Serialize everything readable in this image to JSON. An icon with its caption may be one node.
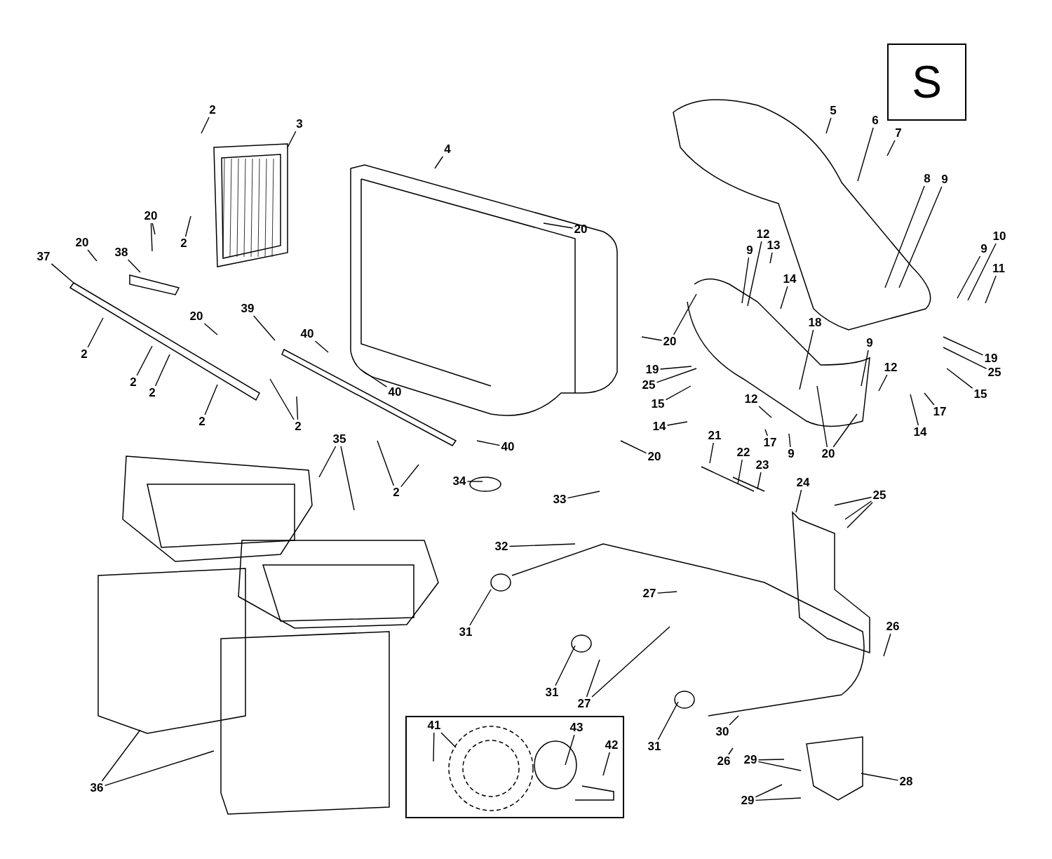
{
  "diagram": {
    "nodes": [
      {
        "text": [
          "S"
        ]
      },
      {
        "text": [],
        "shape": "box"
      },
      {
        "text": [
          "2"
        ]
      },
      {
        "text": [
          "3"
        ]
      },
      {
        "text": [
          "4"
        ]
      },
      {
        "text": [
          "5"
        ]
      },
      {
        "text": [
          "6"
        ]
      },
      {
        "text": [
          "7"
        ]
      },
      {
        "text": [
          "8"
        ]
      },
      {
        "text": [
          "9"
        ]
      },
      {
        "text": [
          "20"
        ]
      },
      {
        "text": [
          "20"
        ]
      },
      {
        "text": [
          "12"
        ]
      },
      {
        "text": [
          "10"
        ]
      },
      {
        "text": [
          "2"
        ]
      },
      {
        "text": [
          "20"
        ]
      },
      {
        "text": [
          "13"
        ]
      },
      {
        "text": [
          "9"
        ]
      },
      {
        "text": [
          "9"
        ]
      },
      {
        "text": [
          "38"
        ]
      },
      {
        "text": [
          "37"
        ]
      },
      {
        "text": [
          "11"
        ]
      },
      {
        "text": [
          "14"
        ]
      },
      {
        "text": [
          "39"
        ]
      },
      {
        "text": [
          "20"
        ]
      },
      {
        "text": [
          "18"
        ]
      },
      {
        "text": [
          "40"
        ]
      },
      {
        "text": [
          "20"
        ]
      },
      {
        "text": [
          "9"
        ]
      },
      {
        "text": [
          "2"
        ]
      },
      {
        "text": [
          "19"
        ]
      },
      {
        "text": [
          "19"
        ]
      },
      {
        "text": [
          "12"
        ]
      },
      {
        "text": [
          "25"
        ]
      },
      {
        "text": [
          "2"
        ]
      },
      {
        "text": [
          "25"
        ]
      },
      {
        "text": [
          "40"
        ]
      },
      {
        "text": [
          "2"
        ]
      },
      {
        "text": [
          "15"
        ]
      },
      {
        "text": [
          "12"
        ]
      },
      {
        "text": [
          "15"
        ]
      },
      {
        "text": [
          "17"
        ]
      },
      {
        "text": [
          "2"
        ]
      },
      {
        "text": [
          "14"
        ]
      },
      {
        "text": [
          "2"
        ]
      },
      {
        "text": [
          "14"
        ]
      },
      {
        "text": [
          "21"
        ]
      },
      {
        "text": [
          "35"
        ]
      },
      {
        "text": [
          "17"
        ]
      },
      {
        "text": [
          "40"
        ]
      },
      {
        "text": [
          "22"
        ]
      },
      {
        "text": [
          "9"
        ]
      },
      {
        "text": [
          "20"
        ]
      },
      {
        "text": [
          "20"
        ]
      },
      {
        "text": [
          "23"
        ]
      },
      {
        "text": [
          "34"
        ]
      },
      {
        "text": [
          "24"
        ]
      },
      {
        "text": [
          "2"
        ]
      },
      {
        "text": [
          "25"
        ]
      },
      {
        "text": [
          "33"
        ]
      },
      {
        "text": [
          "32"
        ]
      },
      {
        "text": [
          "27"
        ]
      },
      {
        "text": [
          "26"
        ]
      },
      {
        "text": [
          "31"
        ]
      },
      {
        "text": [
          "31"
        ]
      },
      {
        "text": [
          "27"
        ]
      },
      {
        "text": [
          "41"
        ],
        "in": 1
      },
      {
        "text": [
          "43"
        ],
        "in": 1
      },
      {
        "text": [
          "42"
        ],
        "in": 1
      },
      {
        "text": [
          "30"
        ]
      },
      {
        "text": [
          "31"
        ]
      },
      {
        "text": [
          "29"
        ]
      },
      {
        "text": [
          "26"
        ]
      },
      {
        "text": [
          "28"
        ]
      },
      {
        "text": [
          "36"
        ]
      },
      {
        "text": [
          "29"
        ]
      }
    ],
    "edges": [
      {
        "from": 2,
        "to": null,
        "arrow": "none"
      },
      {
        "from": 3,
        "to": null,
        "arrow": "none"
      },
      {
        "from": 4,
        "to": null,
        "arrow": "none"
      },
      {
        "from": 5,
        "to": null,
        "arrow": "none"
      },
      {
        "from": 6,
        "to": null,
        "arrow": "none"
      },
      {
        "from": 7,
        "to": null,
        "arrow": "none"
      },
      {
        "from": 8,
        "to": null,
        "arrow": "none"
      },
      {
        "from": 9,
        "to": null,
        "arrow": "none"
      },
      {
        "from": 10,
        "to": null,
        "arrow": "none"
      },
      {
        "from": 10,
        "to": null,
        "arrow": "none"
      },
      {
        "from": 11,
        "to": null,
        "arrow": "none"
      },
      {
        "from": 12,
        "to": null,
        "arrow": "none"
      },
      {
        "from": 13,
        "to": null,
        "arrow": "none"
      },
      {
        "from": 14,
        "to": null,
        "arrow": "none"
      },
      {
        "from": 15,
        "to": null,
        "arrow": "none"
      },
      {
        "from": 16,
        "to": null,
        "arrow": "none"
      },
      {
        "from": 17,
        "to": null,
        "arrow": "none"
      },
      {
        "from": 18,
        "to": null,
        "arrow": "none"
      },
      {
        "from": 19,
        "to": null,
        "arrow": "none"
      },
      {
        "from": 20,
        "to": null,
        "arrow": "none"
      },
      {
        "from": 21,
        "to": null,
        "arrow": "none"
      },
      {
        "from": 22,
        "to": null,
        "arrow": "none"
      },
      {
        "from": 23,
        "to": null,
        "arrow": "none"
      },
      {
        "from": 24,
        "to": null,
        "arrow": "none"
      },
      {
        "from": 25,
        "to": null,
        "arrow": "none"
      },
      {
        "from": 26,
        "to": null,
        "arrow": "none"
      },
      {
        "from": 27,
        "to": null,
        "arrow": "none"
      },
      {
        "from": 27,
        "to": null,
        "arrow": "none"
      },
      {
        "from": 28,
        "to": null,
        "arrow": "none"
      },
      {
        "from": 29,
        "to": null,
        "arrow": "none"
      },
      {
        "from": 30,
        "to": null,
        "arrow": "none"
      },
      {
        "from": 31,
        "to": null,
        "arrow": "none"
      },
      {
        "from": 32,
        "to": null,
        "arrow": "none"
      },
      {
        "from": 33,
        "to": null,
        "arrow": "none"
      },
      {
        "from": 34,
        "to": null,
        "arrow": "none"
      },
      {
        "from": 35,
        "to": null,
        "arrow": "none"
      },
      {
        "from": 36,
        "to": null,
        "arrow": "none"
      },
      {
        "from": 37,
        "to": null,
        "arrow": "none"
      },
      {
        "from": 38,
        "to": null,
        "arrow": "none"
      },
      {
        "from": 39,
        "to": null,
        "arrow": "none"
      },
      {
        "from": 40,
        "to": null,
        "arrow": "none"
      },
      {
        "from": 41,
        "to": null,
        "arrow": "none"
      },
      {
        "from": 42,
        "to": null,
        "arrow": "none"
      },
      {
        "from": 43,
        "to": null,
        "arrow": "none"
      },
      {
        "from": 44,
        "to": null,
        "arrow": "none"
      },
      {
        "from": 44,
        "to": null,
        "arrow": "none"
      },
      {
        "from": 45,
        "to": null,
        "arrow": "none"
      },
      {
        "from": 46,
        "to": null,
        "arrow": "none"
      },
      {
        "from": 47,
        "to": null,
        "arrow": "none"
      },
      {
        "from": 47,
        "to": null,
        "arrow": "none"
      },
      {
        "from": 48,
        "to": null,
        "arrow": "none"
      },
      {
        "from": 49,
        "to": null,
        "arrow": "none"
      },
      {
        "from": 50,
        "to": null,
        "arrow": "none"
      },
      {
        "from": 51,
        "to": null,
        "arrow": "none"
      },
      {
        "from": 52,
        "to": null,
        "arrow": "none"
      },
      {
        "from": 52,
        "to": null,
        "arrow": "none"
      },
      {
        "from": 53,
        "to": null,
        "arrow": "none"
      },
      {
        "from": 54,
        "to": null,
        "arrow": "none"
      },
      {
        "from": 55,
        "to": null,
        "arrow": "none"
      },
      {
        "from": 56,
        "to": null,
        "arrow": "none"
      },
      {
        "from": 57,
        "to": null,
        "arrow": "none"
      },
      {
        "from": 57,
        "to": null,
        "arrow": "none"
      },
      {
        "from": 58,
        "to": null,
        "arrow": "none"
      },
      {
        "from": 58,
        "to": null,
        "arrow": "none"
      },
      {
        "from": 58,
        "to": null,
        "arrow": "none"
      },
      {
        "from": 59,
        "to": null,
        "arrow": "none"
      },
      {
        "from": 60,
        "to": null,
        "arrow": "none"
      },
      {
        "from": 61,
        "to": null,
        "arrow": "none"
      },
      {
        "from": 62,
        "to": null,
        "arrow": "none"
      },
      {
        "from": 63,
        "to": null,
        "arrow": "none"
      },
      {
        "from": 64,
        "to": null,
        "arrow": "none"
      },
      {
        "from": 65,
        "to": null,
        "arrow": "none"
      },
      {
        "from": 65,
        "to": null,
        "arrow": "none"
      },
      {
        "from": 66,
        "to": null,
        "arrow": "none"
      },
      {
        "from": 66,
        "to": null,
        "arrow": "none"
      },
      {
        "from": 67,
        "to": null,
        "arrow": "none"
      },
      {
        "from": 68,
        "to": null,
        "arrow": "none"
      },
      {
        "from": 69,
        "to": null,
        "arrow": "none"
      },
      {
        "from": 70,
        "to": null,
        "arrow": "none"
      },
      {
        "from": 71,
        "to": null,
        "arrow": "none"
      },
      {
        "from": 71,
        "to": null,
        "arrow": "none"
      },
      {
        "from": 72,
        "to": null,
        "arrow": "none"
      },
      {
        "from": 73,
        "to": null,
        "arrow": "none"
      },
      {
        "from": 74,
        "to": null,
        "arrow": "none"
      },
      {
        "from": 74,
        "to": null,
        "arrow": "none"
      },
      {
        "from": 75,
        "to": null,
        "arrow": "none"
      },
      {
        "from": 75,
        "to": null,
        "arrow": "none"
      }
    ]
  }
}
